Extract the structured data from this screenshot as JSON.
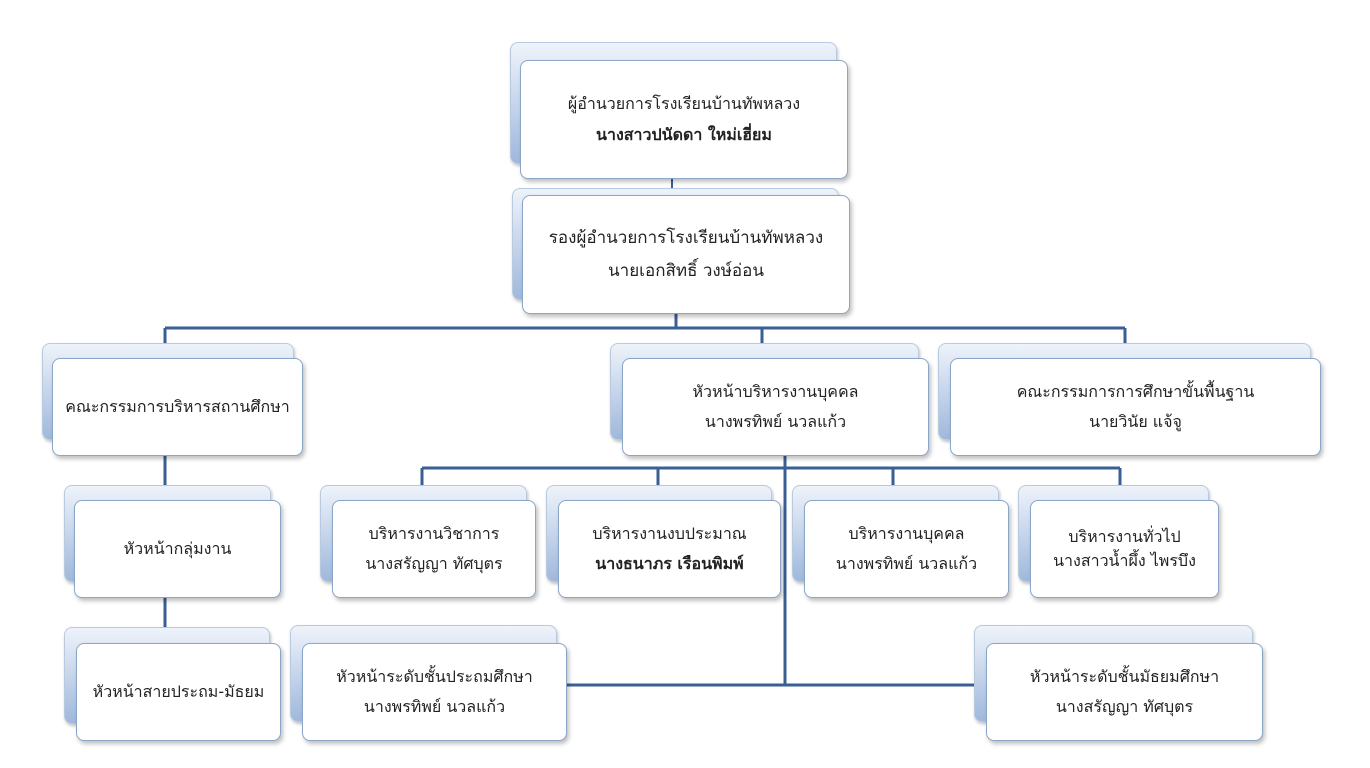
{
  "nodes": {
    "director": {
      "title": "ผู้อำนวยการโรงเรียนบ้านทัพหลวง",
      "name": "นางสาวปนัดดา ใหม่เฮี่ยม"
    },
    "deputy": {
      "title": "รองผู้อำนวยการโรงเรียนบ้านทัพหลวง",
      "name": "นายเอกสิทธิ์ วงษ์อ่อน"
    },
    "school_committee": {
      "title": "คณะกรรมการบริหารสถานศึกษา"
    },
    "hr_head": {
      "title": "หัวหน้าบริหารงานบุคคล",
      "name": "นางพรทิพย์ นวลแก้ว"
    },
    "basic_committee": {
      "title": "คณะกรรมการการศึกษาขั้นพื้นฐาน",
      "name": "นายวินัย แจ้จู"
    },
    "group_head": {
      "title": "หัวหน้ากลุ่มงาน"
    },
    "academic": {
      "title": "บริหารงานวิชาการ",
      "name": "นางสรัญญา ทัศบุตร"
    },
    "budget": {
      "title": "บริหารงานงบประมาณ",
      "name": "นางธนาภร เรือนพิมพ์"
    },
    "personnel": {
      "title": "บริหารงานบุคคล",
      "name": "นางพรทิพย์ นวลแก้ว"
    },
    "general": {
      "title": "บริหารงานทั่วไป",
      "name": "นางสาวน้ำผึ้ง ไพรบึง"
    },
    "line_head": {
      "title": "หัวหน้าสายประถม-มัธยม"
    },
    "primary_head": {
      "title": "หัวหน้าระดับชั้นประถมศึกษา",
      "name": "นางพรทิพย์ นวลแก้ว"
    },
    "secondary_head": {
      "title": "หัวหน้าระดับชั้นมัธยมศึกษา",
      "name": "นางสรัญญา ทัศบุตร"
    }
  },
  "colors": {
    "connector": "#3a5f95",
    "border": "#8aa6c8"
  }
}
